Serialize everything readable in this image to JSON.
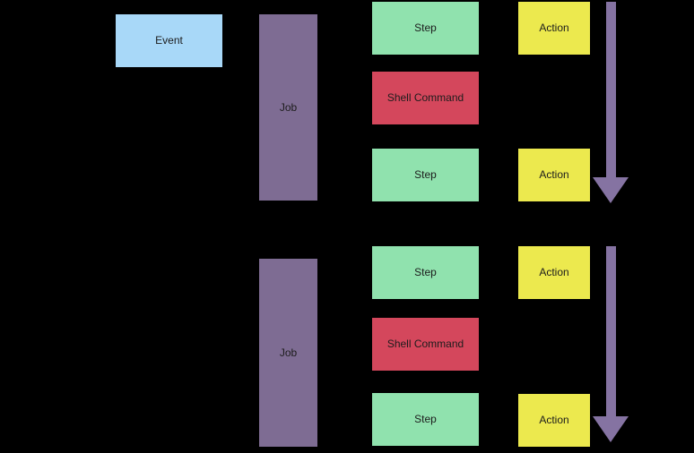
{
  "colors": {
    "background": "#000000",
    "event": "#a8d8f8",
    "job": "#7e6c93",
    "step": "#90e2ae",
    "shell": "#d4475c",
    "action": "#ece94e",
    "arrow": "#8573a2",
    "text": "#1c1c1c"
  },
  "event": {
    "label": "Event"
  },
  "groups": [
    {
      "job_label": "Job",
      "rows": [
        {
          "type": "step",
          "label": "Step",
          "action_label": "Action"
        },
        {
          "type": "shell",
          "label": "Shell Command"
        },
        {
          "type": "step",
          "label": "Step",
          "action_label": "Action"
        }
      ]
    },
    {
      "job_label": "Job",
      "rows": [
        {
          "type": "step",
          "label": "Step",
          "action_label": "Action"
        },
        {
          "type": "shell",
          "label": "Shell Command"
        },
        {
          "type": "step",
          "label": "Step",
          "action_label": "Action"
        }
      ]
    }
  ],
  "arrows": [
    {
      "direction": "down"
    },
    {
      "direction": "down"
    }
  ]
}
